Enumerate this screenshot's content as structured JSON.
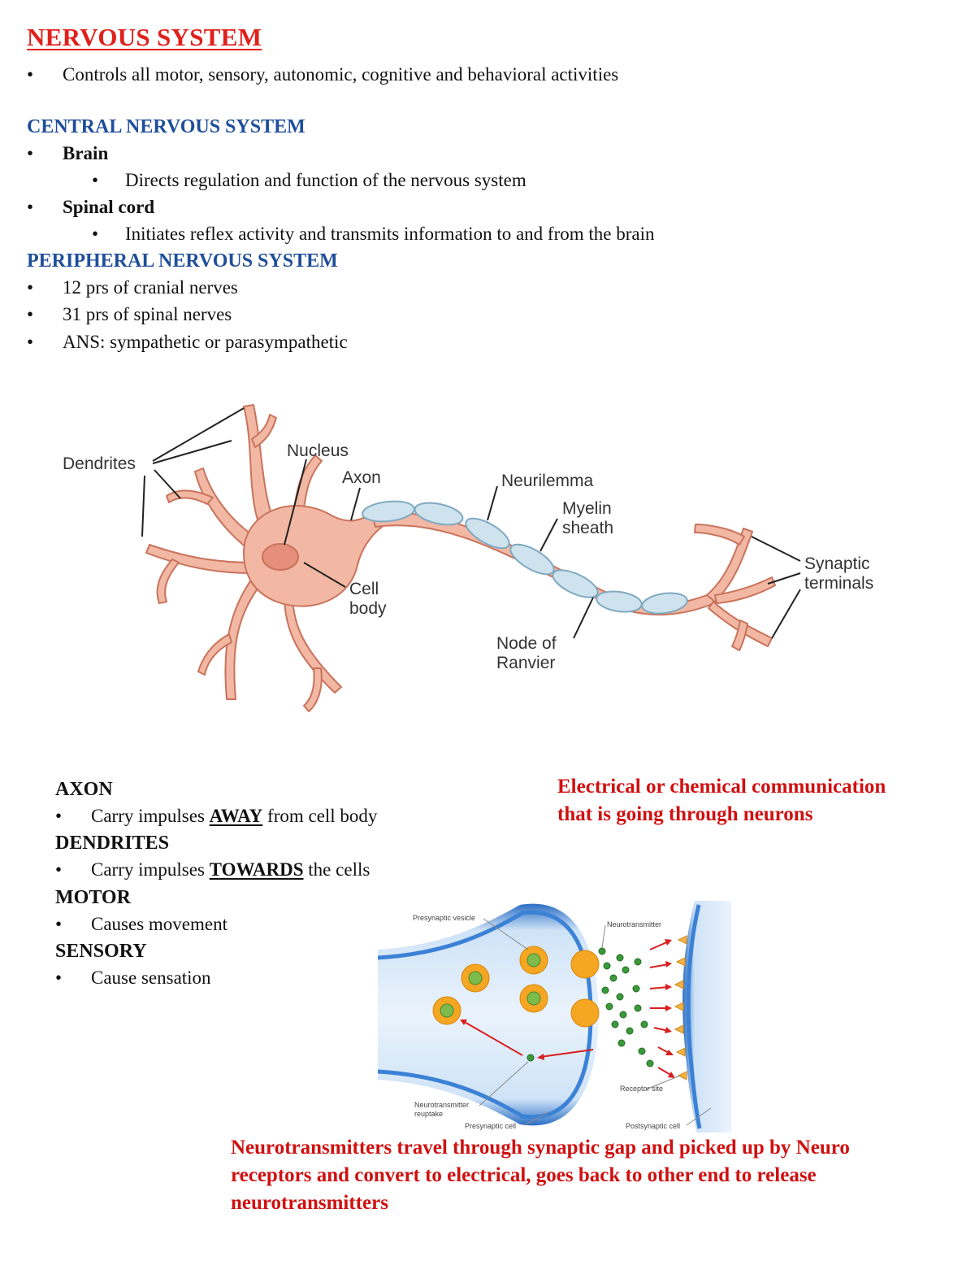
{
  "title": "NERVOUS SYSTEM",
  "intro": "Controls all motor, sensory, autonomic, cognitive and behavioral activities",
  "bullet": "•",
  "cns": {
    "heading": "CENTRAL NERVOUS SYSTEM",
    "brain": "Brain",
    "brain_desc": "Directs regulation and function of the nervous system",
    "spinal": "Spinal cord",
    "spinal_desc": "Initiates reflex activity and transmits information to and from the brain"
  },
  "pns": {
    "heading": "PERIPHERAL NERVOUS SYSTEM",
    "items": [
      "12 prs of cranial nerves",
      "31 prs of spinal nerves",
      "ANS: sympathetic or parasympathetic"
    ]
  },
  "neuron": {
    "dendrites": "Dendrites",
    "nucleus": "Nucleus",
    "axon": "Axon",
    "neurilemma": "Neurilemma",
    "myelin_1": "Myelin",
    "myelin_2": "sheath",
    "synaptic_1": "Synaptic",
    "synaptic_2": "terminals",
    "cell_1": "Cell",
    "cell_2": "body",
    "node_1": "Node of",
    "node_2": "Ranvier"
  },
  "defs": {
    "axon_heading": "AXON",
    "axon_pre": "Carry impulses ",
    "axon_key": "AWAY",
    "axon_post": " from cell body",
    "dend_heading": "DENDRITES",
    "dend_pre": "Carry impulses ",
    "dend_key": "TOWARDS",
    "dend_post": " the cells",
    "motor_heading": "MOTOR",
    "motor_desc": "Causes movement",
    "sensory_heading": "SENSORY",
    "sensory_desc": "Cause sensation"
  },
  "note_top": "Electrical or chemical communication that is going through neurons",
  "synapse": {
    "presynaptic_vesicle": "Presynaptic vesicle",
    "neurotransmitter": "Neurotransmitter",
    "receptor_site": "Receptor site",
    "reuptake_1": "Neurotransmitter",
    "reuptake_2": "reuptake",
    "presynaptic_cell": "Presynaptic cell",
    "postsynaptic_cell": "Postsynaptic cell"
  },
  "note_bottom": "Neurotransmitters travel through synaptic gap and picked up by Neuro receptors and convert to electrical, goes back to other end to release neurotransmitters",
  "colors": {
    "title_red": "#e0201b",
    "heading_blue": "#1f4e9a",
    "note_red": "#d01010",
    "neuron_fill": "#f2b8a4",
    "neuron_stroke": "#c9735c",
    "myelin": "#cfe3ee",
    "synapse_blue": "#3b82d6",
    "vesicle_orange": "#f5a623",
    "nt_green": "#3a9a3a"
  }
}
